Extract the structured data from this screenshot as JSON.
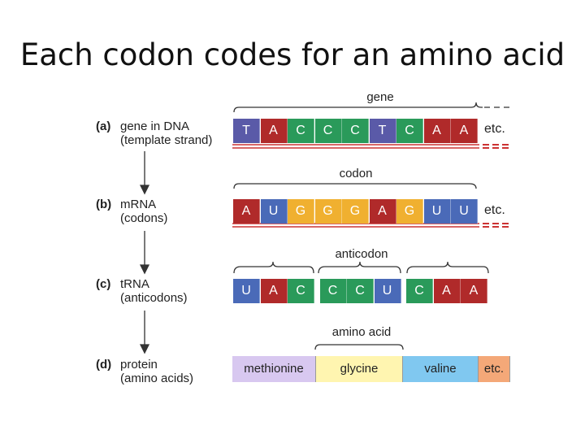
{
  "title": "Each codon codes for an amino acid",
  "rows": {
    "a": {
      "letter": "(a)",
      "line1": "gene in DNA",
      "line2": "(template strand)"
    },
    "b": {
      "letter": "(b)",
      "line1": "mRNA",
      "line2": "(codons)"
    },
    "c": {
      "letter": "(c)",
      "line1": "tRNA",
      "line2": "(anticodons)"
    },
    "d": {
      "letter": "(d)",
      "line1": "protein",
      "line2": "(amino acids)"
    }
  },
  "brackets": {
    "gene": "gene",
    "codon": "codon",
    "anticodon": "anticodon",
    "amino_acid": "amino acid"
  },
  "dna_bases": [
    "T",
    "A",
    "C",
    "C",
    "C",
    "T",
    "C",
    "A",
    "A"
  ],
  "mrna_bases": [
    "A",
    "U",
    "G",
    "G",
    "G",
    "A",
    "G",
    "U",
    "U"
  ],
  "trna_bases": [
    "U",
    "A",
    "C",
    "C",
    "C",
    "U",
    "C",
    "A",
    "A"
  ],
  "etc_label": "etc.",
  "amino_acids": [
    "methionine",
    "glycine",
    "valine",
    "etc."
  ],
  "colors": {
    "T": "#5a5aa8",
    "A": "#b02a2a",
    "C": "#2a9a5a",
    "G": "#f0b030",
    "U": "#4a6ab8",
    "strand_line": "#cc3333",
    "methionine": "#d8c8f0",
    "glycine": "#fff5b0",
    "valine": "#80c8f0",
    "etc": "#f4a878"
  }
}
